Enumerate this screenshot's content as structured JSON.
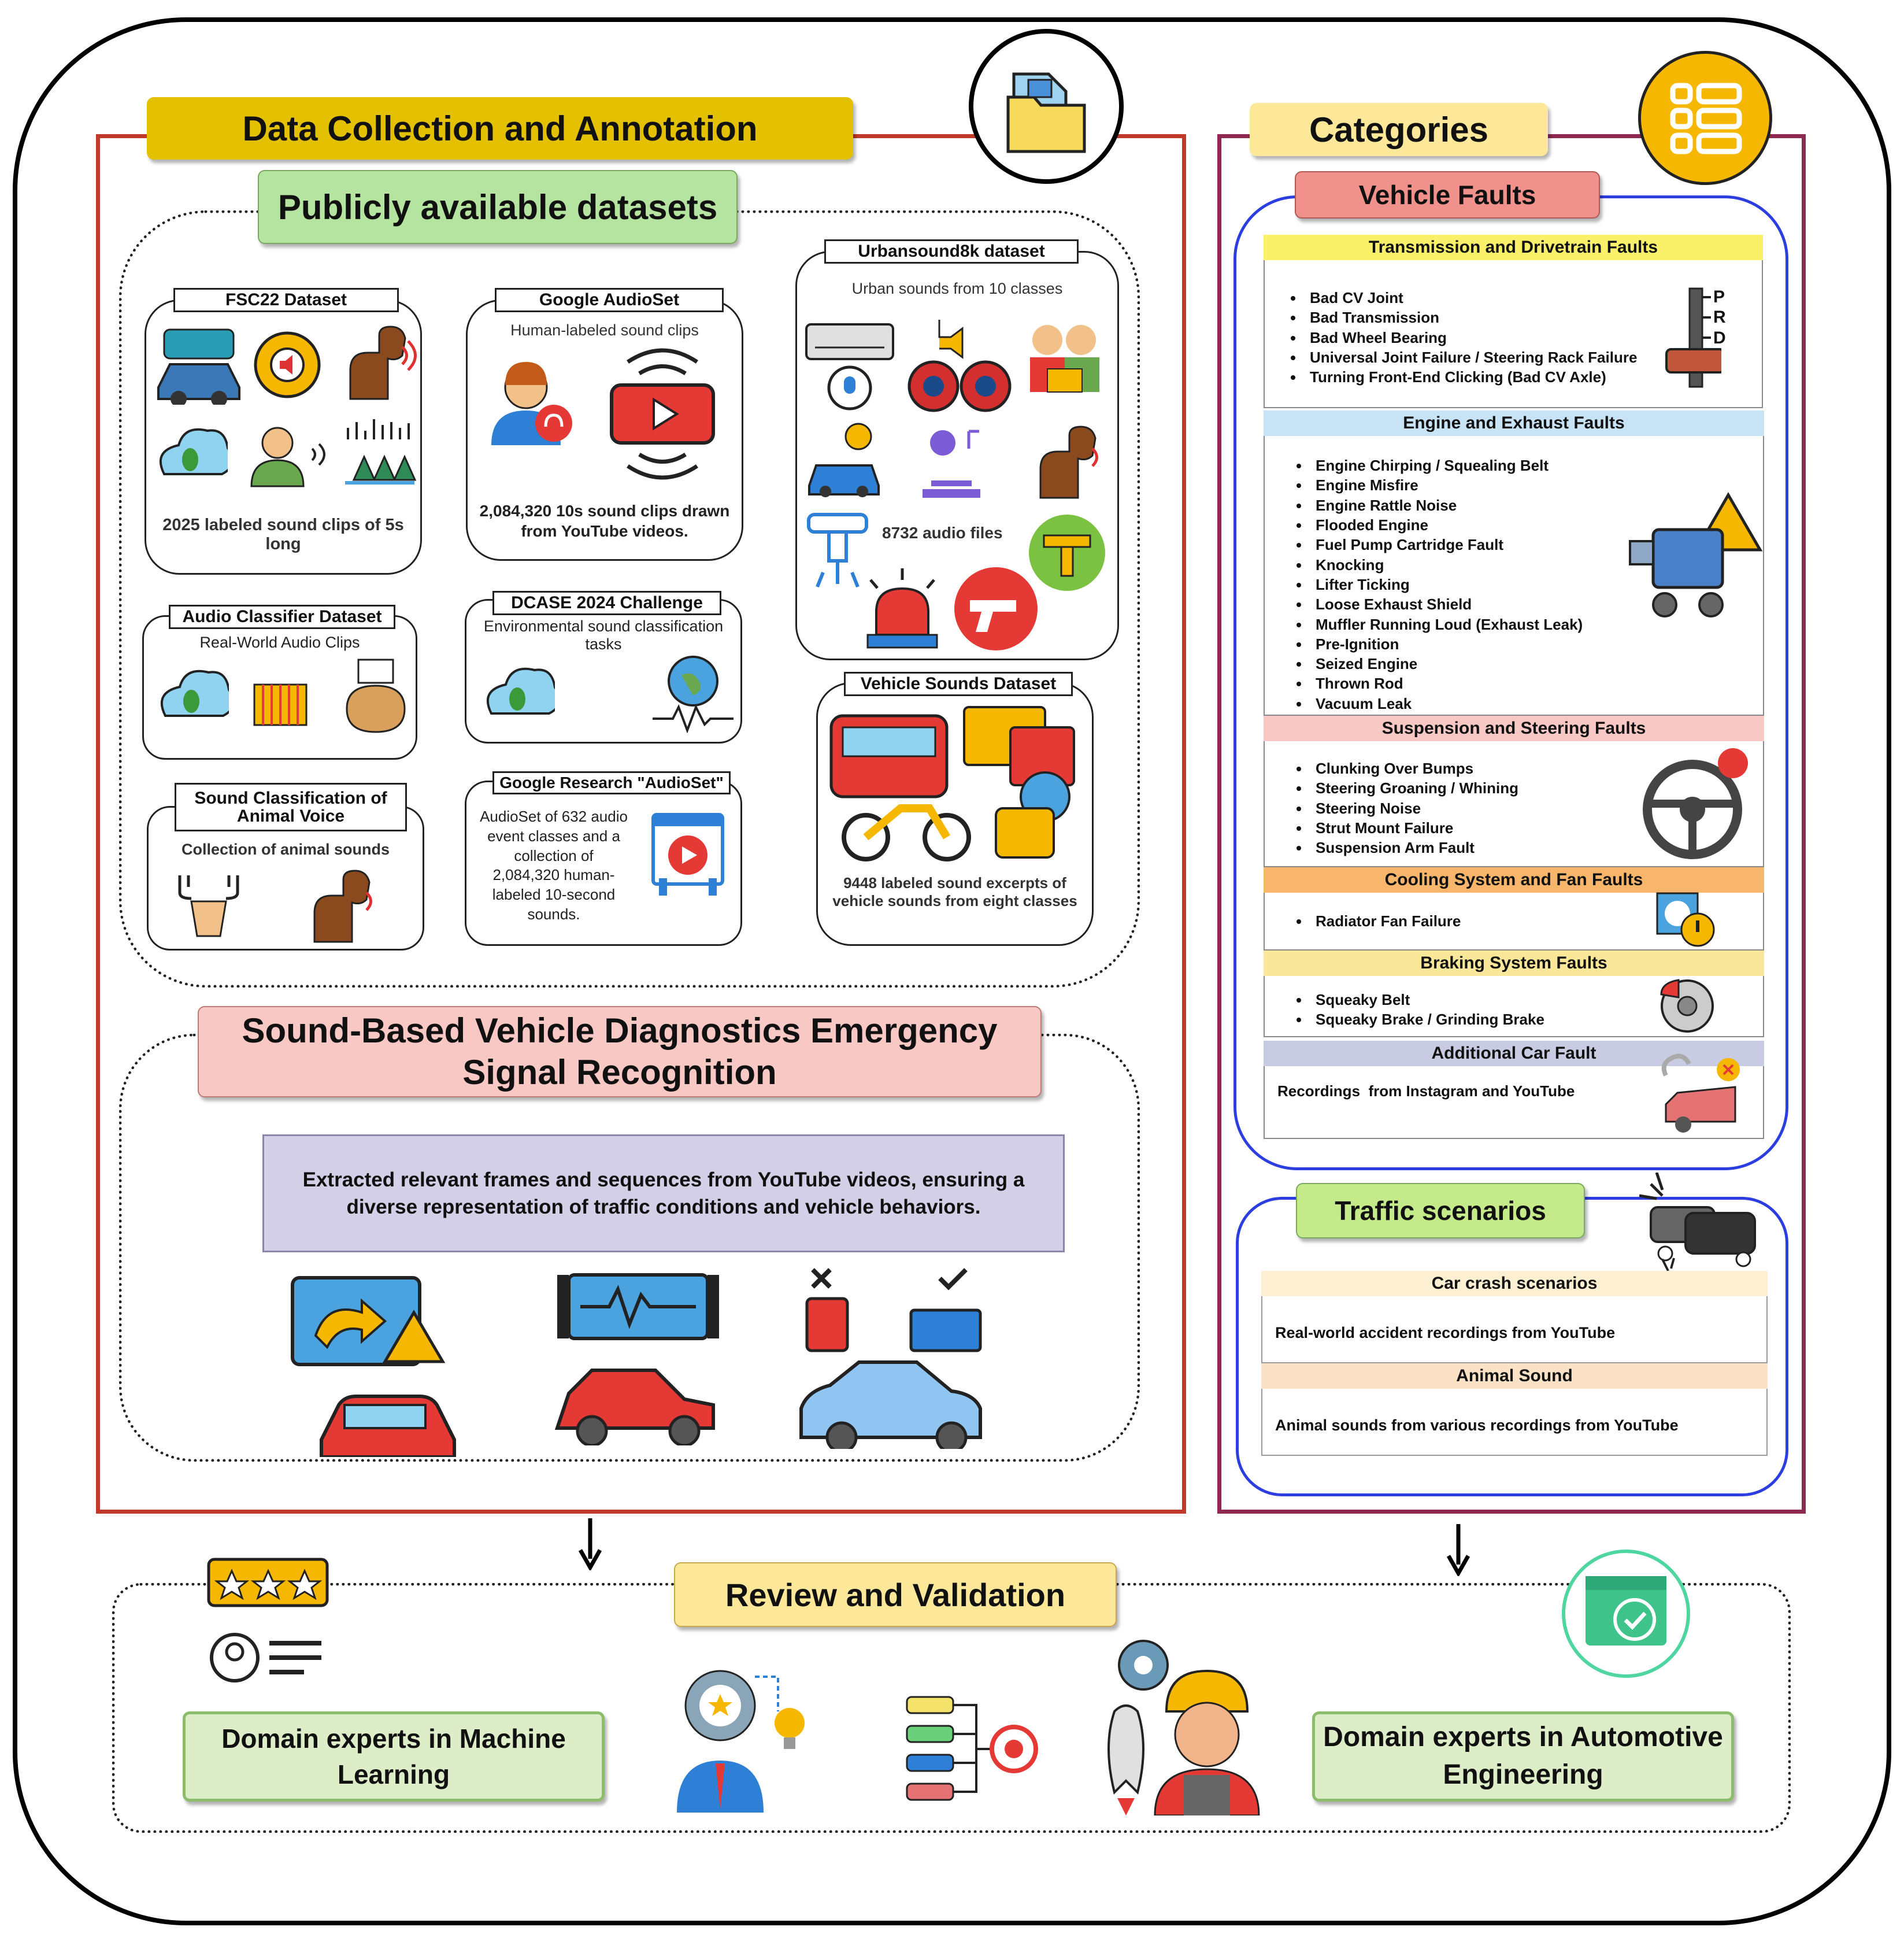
{
  "collection": {
    "title": "Data Collection and Annotation",
    "public_title": "Publicly available datasets",
    "datasets": {
      "fsc22": {
        "name": "FSC22 Dataset",
        "caption": "2025 labeled sound clips of 5s long"
      },
      "audioset": {
        "name": "Google AudioSet",
        "subtitle": "Human-labeled sound clips",
        "caption": "2,084,320 10s sound clips drawn from YouTube videos."
      },
      "urban": {
        "name": "Urbansound8k dataset",
        "subtitle": "Urban sounds from 10 classes",
        "count": "8732 audio files"
      },
      "audio_classifier": {
        "name": "Audio Classifier Dataset",
        "subtitle": "Real-World Audio Clips"
      },
      "dcase": {
        "name": "DCASE 2024 Challenge",
        "subtitle": "Environmental sound classification tasks"
      },
      "vehicle": {
        "name": "Vehicle Sounds Dataset",
        "caption": "9448 labeled sound excerpts of vehicle sounds from eight classes"
      },
      "animal": {
        "name": "Sound Classification of Animal Voice",
        "subtitle": "Collection of animal sounds"
      },
      "research": {
        "name": "Google Research \"AudioSet\"",
        "caption": "AudioSet of 632 audio event classes and a collection of 2,084,320 human-labeled 10-second sounds."
      }
    },
    "emergency_title": "Sound-Based Vehicle Diagnostics Emergency Signal Recognition",
    "emergency_text": "Extracted relevant frames and sequences from YouTube videos, ensuring a diverse representation of traffic conditions and vehicle behaviors."
  },
  "categories": {
    "title": "Categories",
    "vehicle_faults_title": "Vehicle Faults",
    "groups": [
      {
        "title": "Transmission and Drivetrain Faults",
        "items": [
          "Bad CV Joint",
          "Bad Transmission",
          "Bad Wheel Bearing",
          "Universal Joint Failure / Steering Rack Failure",
          "Turning Front-End Clicking (Bad CV Axle)"
        ]
      },
      {
        "title": "Engine and Exhaust Faults",
        "items": [
          "Engine Chirping / Squealing Belt",
          "Engine Misfire",
          "Engine Rattle Noise",
          "Flooded Engine",
          "Fuel Pump Cartridge Fault",
          "Knocking",
          "Lifter Ticking",
          "Loose Exhaust Shield",
          "Muffler Running Loud (Exhaust Leak)",
          "Pre-Ignition",
          "Seized Engine",
          "Thrown Rod",
          "Vacuum Leak"
        ]
      },
      {
        "title": "Suspension and Steering Faults",
        "items": [
          "Clunking Over Bumps",
          "Steering Groaning / Whining",
          "Steering Noise",
          "Strut Mount Failure",
          "Suspension Arm Fault"
        ]
      },
      {
        "title": "Cooling System and Fan Faults",
        "items": [
          "Radiator Fan Failure"
        ]
      },
      {
        "title": "Braking System Faults",
        "items": [
          "Squeaky Belt",
          "Squeaky Brake / Grinding Brake"
        ]
      },
      {
        "title": "Additional Car Fault",
        "text": "Recordings  from Instagram and YouTube"
      }
    ],
    "gear_letters": [
      "P",
      "R",
      "D"
    ],
    "traffic_title": "Traffic scenarios",
    "traffic": [
      {
        "title": "Car crash scenarios",
        "text": "Real-world accident recordings from YouTube"
      },
      {
        "title": "Animal Sound",
        "text": "Animal sounds from various recordings from YouTube"
      }
    ]
  },
  "review": {
    "title": "Review and Validation",
    "ml_experts": "Domain experts in Machine Learning",
    "auto_experts": "Domain experts in Automotive Engineering"
  }
}
